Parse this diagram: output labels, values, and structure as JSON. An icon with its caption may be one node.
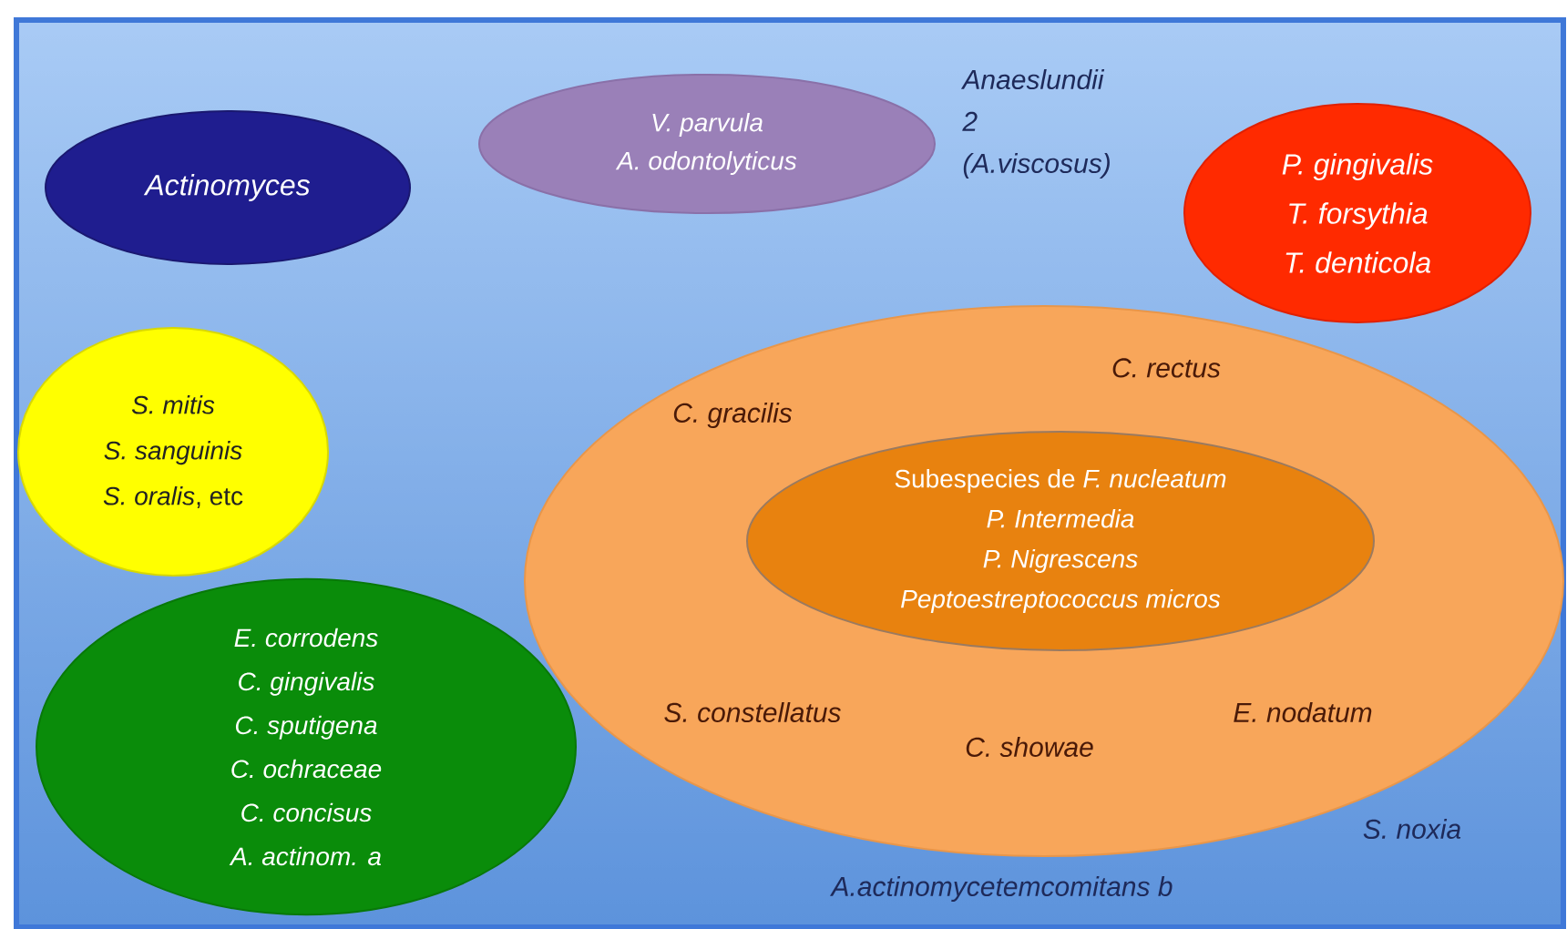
{
  "diagram": {
    "nodes": [
      {
        "text": [
          "Actinomyces"
        ]
      },
      {
        "text": [
          "V. parvula",
          "A. odontolyticus"
        ]
      },
      {
        "text": [
          "P. gingivalis",
          "T. forsythia",
          "T. denticola"
        ]
      },
      {
        "text": [
          "S. mitis",
          "S. sanguinis",
          "*S. oralis*, etc"
        ]
      },
      {
        "text": [
          "C. gracilis",
          "C. rectus",
          "S. constellatus",
          "C. showae",
          "E. nodatum"
        ]
      },
      {
        "text": [
          "Subespecies de *F. nucleatum*",
          "P. Intermedia",
          "P. Nigrescens",
          "Peptoestreptococcus micros"
        ],
        "in": 4
      },
      {
        "text": [
          "E. corrodens",
          "C. gingivalis",
          "C. sputigena",
          "C. ochraceae",
          "C. concisus",
          "A. actinom. a"
        ]
      }
    ],
    "labels": [
      "Anaeslundii 2 (A.viscosus)",
      "S. noxia",
      "A.actinomycetemcomitans b"
    ]
  }
}
